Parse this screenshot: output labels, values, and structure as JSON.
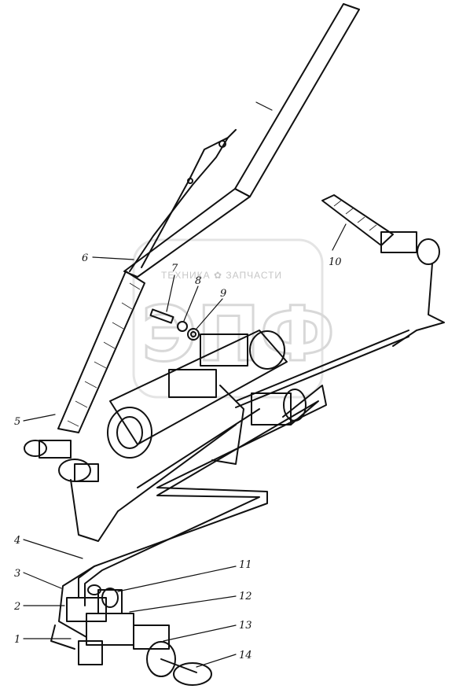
{
  "watermark": {
    "line": "ТЕХНИКА ✿ ЗАПЧАСТИ",
    "logo": "ЭПФ"
  },
  "callouts": [
    {
      "id": "1",
      "label": "1"
    },
    {
      "id": "2",
      "label": "2"
    },
    {
      "id": "3",
      "label": "3"
    },
    {
      "id": "4",
      "label": "4"
    },
    {
      "id": "5",
      "label": "5"
    },
    {
      "id": "6",
      "label": "6"
    },
    {
      "id": "7",
      "label": "7"
    },
    {
      "id": "8",
      "label": "8"
    },
    {
      "id": "9",
      "label": "9"
    },
    {
      "id": "10",
      "label": "10"
    },
    {
      "id": "11",
      "label": "11"
    },
    {
      "id": "12",
      "label": "12"
    },
    {
      "id": "13",
      "label": "13"
    },
    {
      "id": "14",
      "label": "14"
    }
  ],
  "colors": {
    "ink": "#111111",
    "watermark": "#cccccc",
    "background": "#ffffff"
  }
}
